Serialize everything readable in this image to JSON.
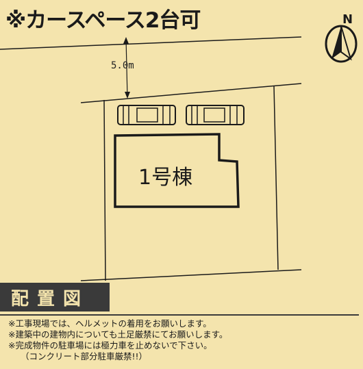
{
  "title": "※カースペース2台可",
  "compass": {
    "label": "N",
    "icon": "north-arrow-icon"
  },
  "plan": {
    "setback_dimension": "5.0m",
    "building_label": "1号棟",
    "parking_spaces": 2
  },
  "legend": {
    "label": "配置図"
  },
  "notes": [
    "※工事現場では、ヘルメットの着用をお願いします。",
    "※建築中の建物内についても土足厳禁にてお願いします。",
    "※完成物件の駐車場には極力車を止めないで下さい。",
    "（コンクリート部分駐車厳禁!!）"
  ],
  "colors": {
    "background": "#f4e4ad",
    "ink": "#1a1a1a",
    "legend_bg": "#3a3a3a"
  }
}
